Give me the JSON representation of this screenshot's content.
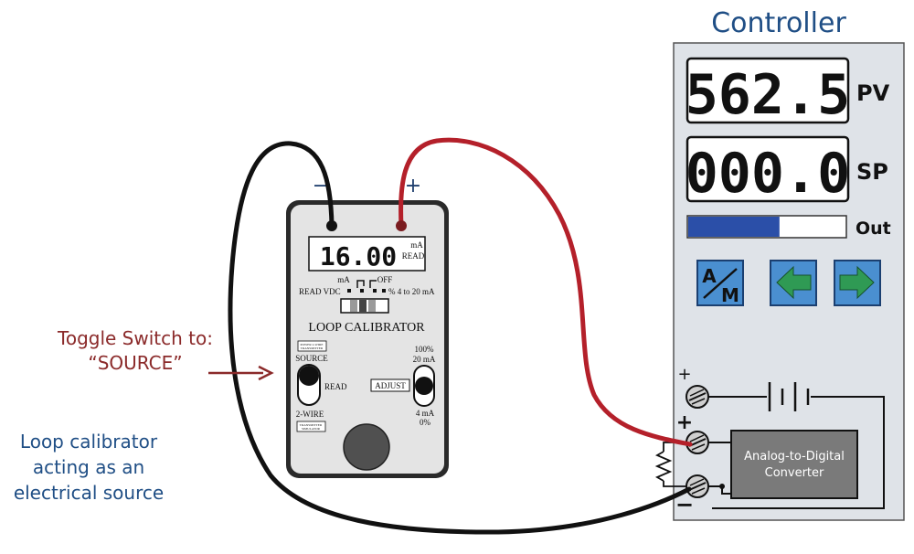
{
  "controller": {
    "title": "Controller",
    "pv_value": "562.5",
    "pv_label": "PV",
    "sp_value": "000.0",
    "sp_label": "SP",
    "out_label": "Out",
    "out_fraction": 0.58,
    "am_top": "A",
    "am_bottom": "M",
    "terminal_top_sign": "+",
    "terminal_mid_sign": "+",
    "terminal_bot_sign": "−",
    "adc_line1": "Analog-to-Digital",
    "adc_line2": "Converter"
  },
  "calibrator": {
    "minus_label": "−",
    "plus_label": "+",
    "display_value": "16.00",
    "display_unit": "mA",
    "display_mode": "READ",
    "mode_ma": "mA",
    "mode_off": "OFF",
    "mode_read_vdc": "READ VDC",
    "mode_percent": "% 4 to 20 mA",
    "title": "LOOP CALIBRATOR",
    "small_label_top_1": "POWER 2-WIRE",
    "small_label_top_2": "TRANSMITTER",
    "source_label": "SOURCE",
    "read_label": "READ",
    "two_wire_label": "2-WIRE",
    "small_label_bot_1": "TRANSMITTER",
    "small_label_bot_2": "SIMULATOR",
    "range_top_1": "100%",
    "range_top_2": "20 mA",
    "adjust_label": "ADJUST",
    "range_bot_1": "4 mA",
    "range_bot_2": "0%"
  },
  "annotations": {
    "toggle_line1": "Toggle Switch to:",
    "toggle_line2": "“SOURCE”",
    "source_line1": "Loop calibrator",
    "source_line2": "acting as an",
    "source_line3": "electrical source"
  },
  "colors": {
    "annotation_red": "#8b2a2a",
    "annotation_blue": "#1f4e85",
    "wire_red": "#b4202a",
    "wire_black": "#111111",
    "panel_bg": "#dfe3e8",
    "bar_blue": "#2b4fa8",
    "button_blue": "#4a8fd0",
    "arrow_green": "#2f9a54",
    "adc_gray": "#7a7a7a"
  }
}
